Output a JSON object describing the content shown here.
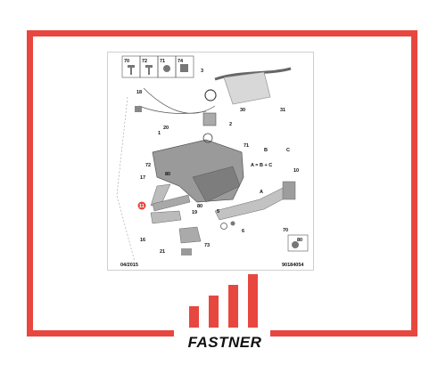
{
  "diagram": {
    "part_labels": [
      "70",
      "72",
      "71",
      "74",
      "3",
      "18",
      "30",
      "31",
      "20",
      "2",
      "1",
      "71",
      "72",
      "80",
      "17",
      "11",
      "10",
      "80",
      "19",
      "16",
      "6",
      "5",
      "70",
      "21",
      "73",
      "80",
      "A",
      "B",
      "C"
    ],
    "formula": "A = B + C",
    "date_code": "04/2015",
    "reference_code": "90184054",
    "highlight_color": "#e8473f"
  },
  "brand": {
    "name": "FASTNER",
    "accent_color": "#e8473f"
  }
}
